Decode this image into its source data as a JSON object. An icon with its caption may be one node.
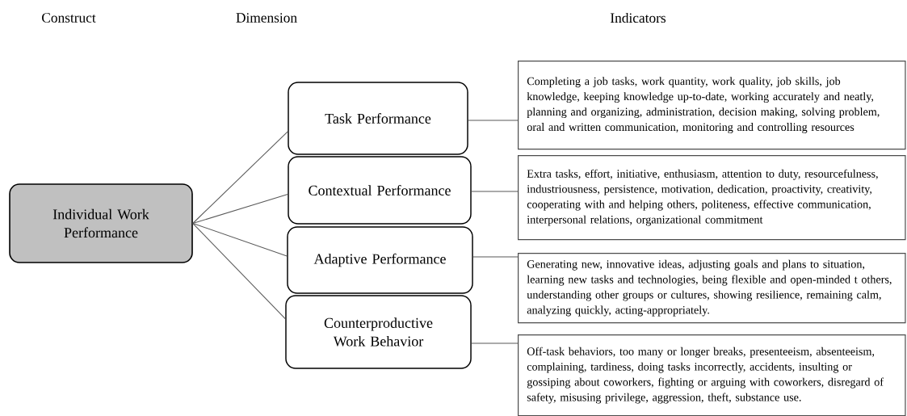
{
  "diagram": {
    "nodes": [
      {
        "text": [
          "Individual Work Performance"
        ]
      },
      {
        "text": [
          "Task Performance"
        ]
      },
      {
        "text": [
          "Contextual Performance"
        ]
      },
      {
        "text": [
          "Adaptive Performance"
        ]
      },
      {
        "text": [
          "Counterproductive Work Behavior"
        ]
      },
      {
        "text": [
          "Completing a job tasks, work quantity, work quality, job skills, job knowledge, keeping knowledge up-to-date, working accurately and neatly, planning and organizing, administration, decision making, solving problem, oral and written communication, monitoring and controlling resources"
        ]
      },
      {
        "text": [
          "Extra tasks, effort, initiative, enthusiasm, attention to duty, resourcefulness, industriousness, persistence, motivation, dedication, proactivity, creativity, cooperating with and helping others, politeness, effective communication, interpersonal relations, organizational commitment"
        ]
      },
      {
        "text": [
          "Generating new, innovative ideas, adjusting goals and plans to situation, learning new tasks and technologies, being flexible and open-minded t others, understanding other groups or cultures, showing resilience, remaining calm, analyzing quickly, acting-appropriately."
        ]
      },
      {
        "text": [
          "Off-task behaviors, too many or longer breaks, presenteeism, absenteeism, complaining, tardiness, doing tasks incorrectly, accidents, insulting or gossiping about coworkers, fighting or arguing with coworkers, disregard of safety, misusing privilege, aggression, theft, substance use."
        ]
      }
    ],
    "edges": [
      {
        "from": 0,
        "to": 1,
        "arrow": "none"
      },
      {
        "from": 0,
        "to": 2,
        "arrow": "none"
      },
      {
        "from": 0,
        "to": 3,
        "arrow": "none"
      },
      {
        "from": 0,
        "to": 4,
        "arrow": "none"
      },
      {
        "from": 1,
        "to": 5,
        "arrow": "none"
      },
      {
        "from": 2,
        "to": 6,
        "arrow": "none"
      },
      {
        "from": 3,
        "to": 7,
        "arrow": "none"
      },
      {
        "from": 4,
        "to": 8,
        "arrow": "none"
      }
    ],
    "labels": [
      "Construct",
      "Dimension",
      "Indicators"
    ]
  }
}
